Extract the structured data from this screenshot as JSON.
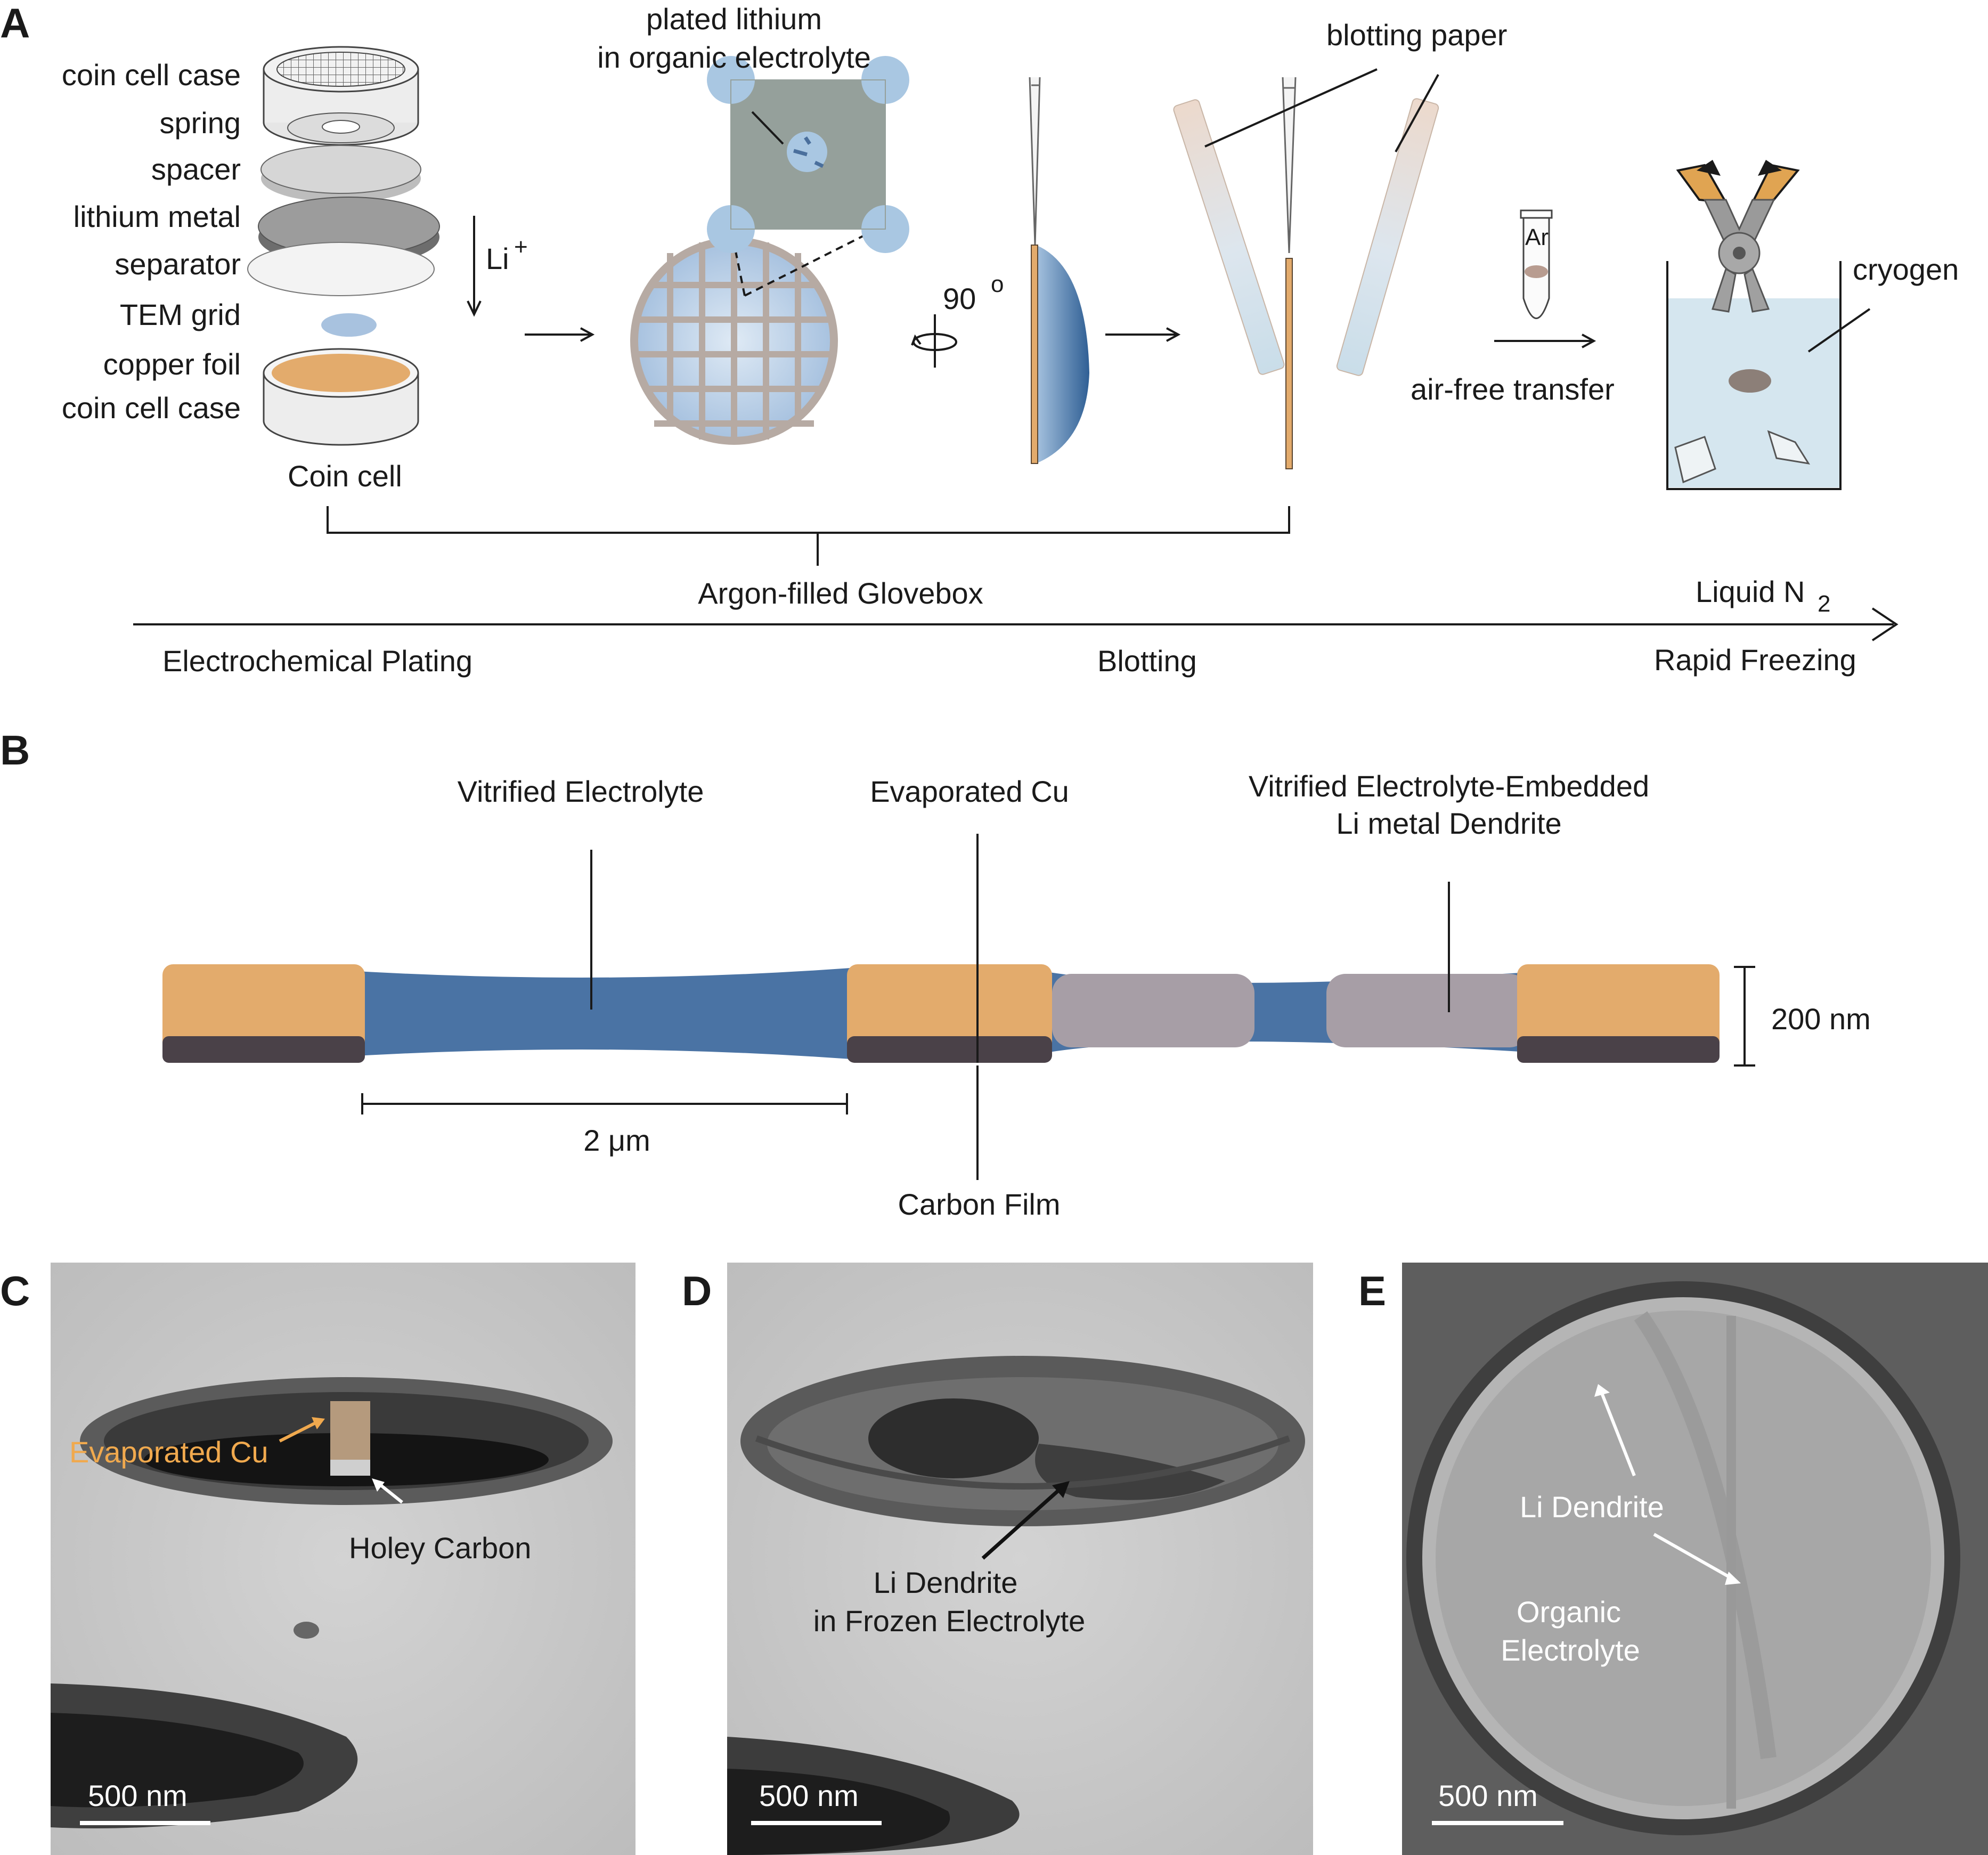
{
  "panels": {
    "a": "A",
    "b": "B",
    "c": "C",
    "d": "D",
    "e": "E"
  },
  "panel_a": {
    "coin_cell_parts": [
      "coin cell case",
      "spring",
      "spacer",
      "lithium metal",
      "separator",
      "TEM grid",
      "copper foil",
      "coin cell case"
    ],
    "li_plus": "Li",
    "li_plus_sup": "+",
    "coin_cell_caption": "Coin cell",
    "plated_line1": "plated lithium",
    "plated_line2": "in organic electrolyte",
    "rotation_value": "90",
    "rotation_unit": "o",
    "blotting_paper": "blotting paper",
    "ar_label": "Ar",
    "air_free": "air-free transfer",
    "cryogen": "cryogen",
    "glovebox": "Argon-filled Glovebox",
    "liquid_n2": "Liquid N",
    "liquid_n2_sub": "2",
    "stages": [
      "Electrochemical Plating",
      "Blotting",
      "Rapid Freezing"
    ]
  },
  "panel_b": {
    "vitrified": "Vitrified Electrolyte",
    "evap_cu": "Evaporated Cu",
    "embedded_line1": "Vitrified Electrolyte-Embedded",
    "embedded_line2": "Li metal Dendrite",
    "thickness": "200 nm",
    "span": "2 μm",
    "carbon_film": "Carbon Film"
  },
  "panel_c": {
    "evap_cu": "Evaporated Cu",
    "holey": "Holey Carbon",
    "scale": "500 nm"
  },
  "panel_d": {
    "dendrite_line1": "Li Dendrite",
    "dendrite_line2": "in Frozen Electrolyte",
    "scale": "500 nm"
  },
  "panel_e": {
    "dendrite": "Li Dendrite",
    "organic_line1": "Organic",
    "organic_line2": "Electrolyte",
    "scale": "500 nm"
  },
  "colors": {
    "copper": "#e3ab6c",
    "electrolyte_blue": "#4a73a4",
    "carbon_dark": "#4a4148",
    "lithium_grey": "#a79ea6",
    "cryogen_blue": "#d5e6ef",
    "grid_grey": "#b6aaa3",
    "evap_cu_orange": "#f0a94e"
  }
}
